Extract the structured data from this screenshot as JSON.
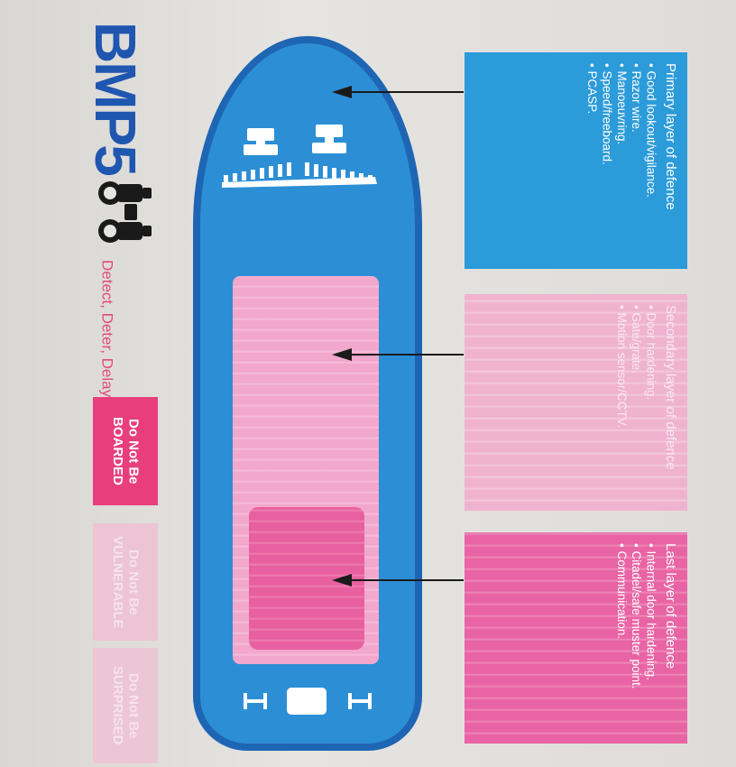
{
  "title": "BMP5",
  "subtitle": "Detect, Deter, Delay",
  "tags": [
    {
      "label": "Do Not Be BOARDED",
      "color": "#e83e7c"
    },
    {
      "label": "Do Not Be VULNERABLE",
      "color": "#ecc4d4"
    },
    {
      "label": "Do Not Be SURPRISED",
      "color": "#ecc6d5"
    }
  ],
  "layers": [
    {
      "heading": "Primary layer of defence",
      "items": [
        "Good lookout/vigilance.",
        "Razor wire.",
        "Manoeuvring.",
        "Speed/freeboard.",
        "PCASP."
      ],
      "color": "#2c9bd9"
    },
    {
      "heading": "Secondary layer of defence",
      "items": [
        "Door hardening.",
        "Gate/grate.",
        "Motion sensor/CCTV."
      ],
      "color": "#efb3d0"
    },
    {
      "heading": "Last layer of defence",
      "items": [
        "Internal door hardening.",
        "Citadel/safe muster point.",
        "Communication."
      ],
      "color": "#e964a4"
    }
  ],
  "colors": {
    "ship_fill": "#2c8fd6",
    "ship_outline": "#1e66b3",
    "title": "#1f56b0",
    "accent_pink": "#e24a7e"
  },
  "icons": [
    "binoculars-icon",
    "razor-wire-icon",
    "ship-deck-equipment-icon"
  ]
}
